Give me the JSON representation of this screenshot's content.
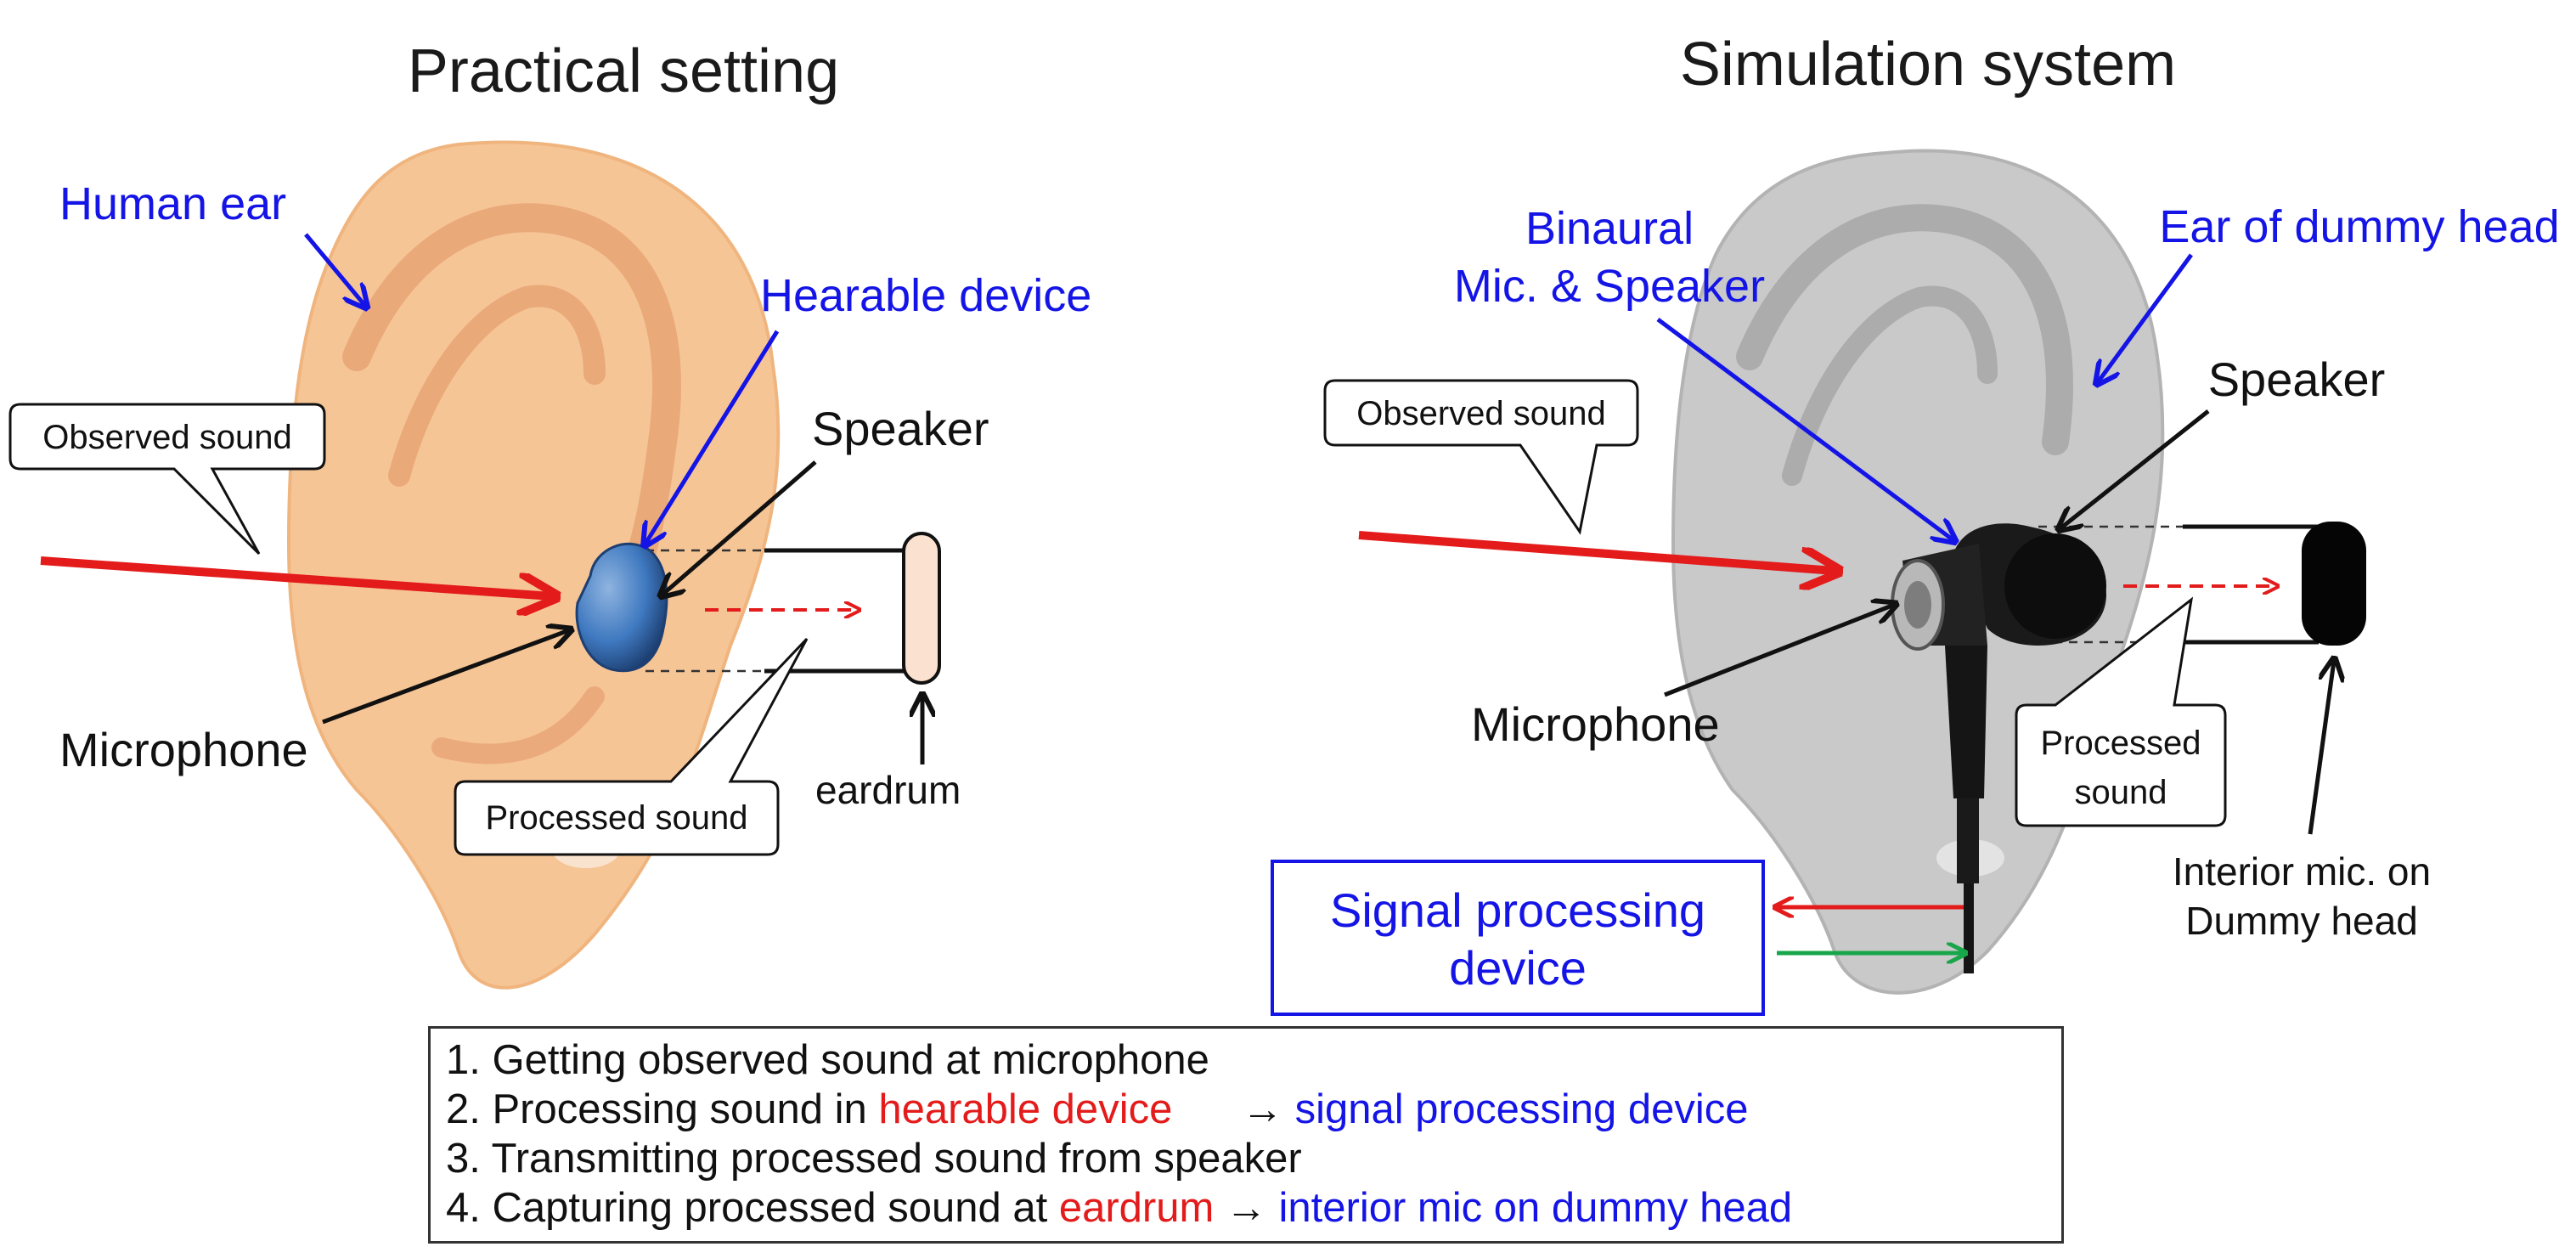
{
  "titles": {
    "left": "Practical setting",
    "right": "Simulation system"
  },
  "left": {
    "human_ear": "Human ear",
    "hearable_device": "Hearable device",
    "speaker": "Speaker",
    "microphone": "Microphone",
    "eardrum": "eardrum",
    "observed_sound": "Observed sound",
    "processed_sound": "Processed sound"
  },
  "right": {
    "binaural_line1": "Binaural",
    "binaural_line2": "Mic. & Speaker",
    "ear_dummy": "Ear of dummy head",
    "speaker": "Speaker",
    "microphone": "Microphone",
    "observed_sound": "Observed sound",
    "processed_line1": "Processed",
    "processed_line2": "sound",
    "interior_line1": "Interior mic. on",
    "interior_line2": "Dummy head",
    "spd_line1": "Signal processing",
    "spd_line2": "device"
  },
  "steps": [
    {
      "prefix": "1. Getting observed sound at microphone",
      "red": "",
      "arrow": "",
      "blue": ""
    },
    {
      "prefix": "2. Processing sound in ",
      "red": "hearable device",
      "arrow": "      → ",
      "blue": "signal processing device"
    },
    {
      "prefix": "3. Transmitting processed sound from speaker",
      "red": "",
      "arrow": "",
      "blue": ""
    },
    {
      "prefix": "4. Capturing processed sound at ",
      "red": "eardrum",
      "arrow": " → ",
      "blue": "interior mic on dummy head"
    }
  ],
  "colors": {
    "accent_blue": "#1414e6",
    "accent_red": "#e31b1b",
    "accent_green": "#19a64a",
    "ear_skin": "#f6c596",
    "ear_gray": "#c8c8c8"
  }
}
